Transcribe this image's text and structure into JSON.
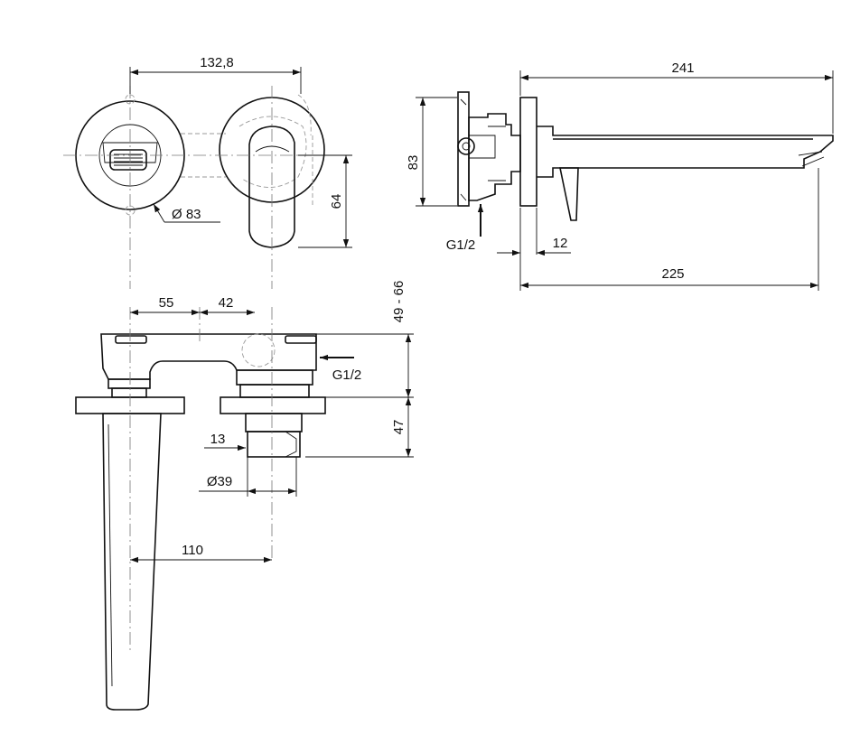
{
  "drawing": {
    "top_view": {
      "dim_width": "132,8",
      "dim_diameter": "Ø 83",
      "dim_height": "64"
    },
    "side_view": {
      "dim_total": "241",
      "dim_flange_height": "83",
      "inlet_label": "G1/2",
      "dim_small": "12",
      "dim_projection": "225"
    },
    "front_view": {
      "dim_a": "55",
      "dim_b": "42",
      "dim_range": "49 - 66",
      "inlet_label": "G1/2",
      "dim_body": "47",
      "dim_thread": "13",
      "dim_diameter": "Ø39",
      "dim_spout": "110"
    }
  }
}
